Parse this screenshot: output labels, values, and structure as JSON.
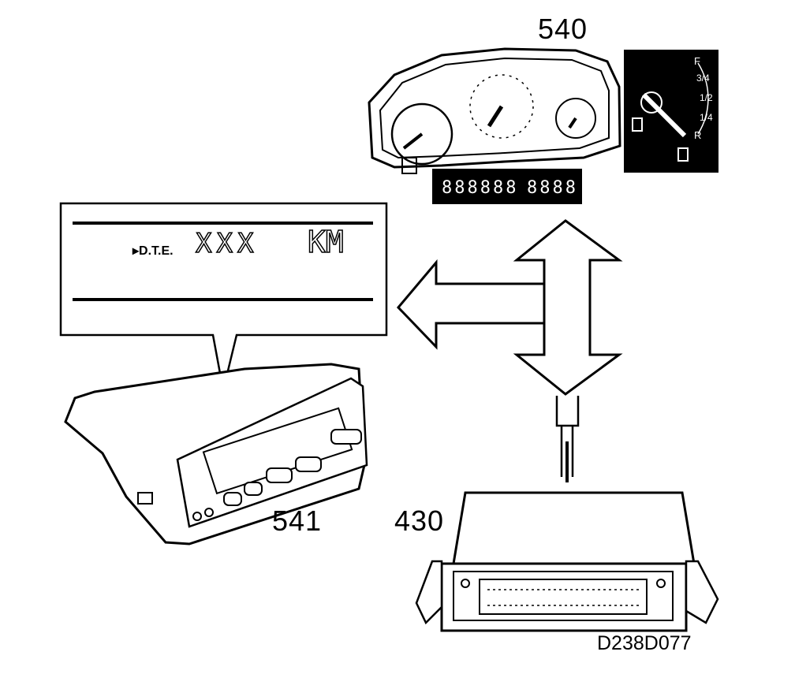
{
  "labels": {
    "instrument_cluster": "540",
    "info_display": "541",
    "control_module": "430",
    "drawing_code": "D238D077"
  },
  "display_panel": {
    "indicator": "▸D.T.E.",
    "value": "XXX",
    "unit": "KM"
  },
  "cluster_readout": {
    "odometer": "888888",
    "trip": "8888"
  },
  "fuel_gauge": {
    "marks": [
      "F",
      "3/4",
      "1/2",
      "1/4",
      "R"
    ]
  },
  "colors": {
    "ink": "#000000",
    "paper": "#ffffff"
  }
}
